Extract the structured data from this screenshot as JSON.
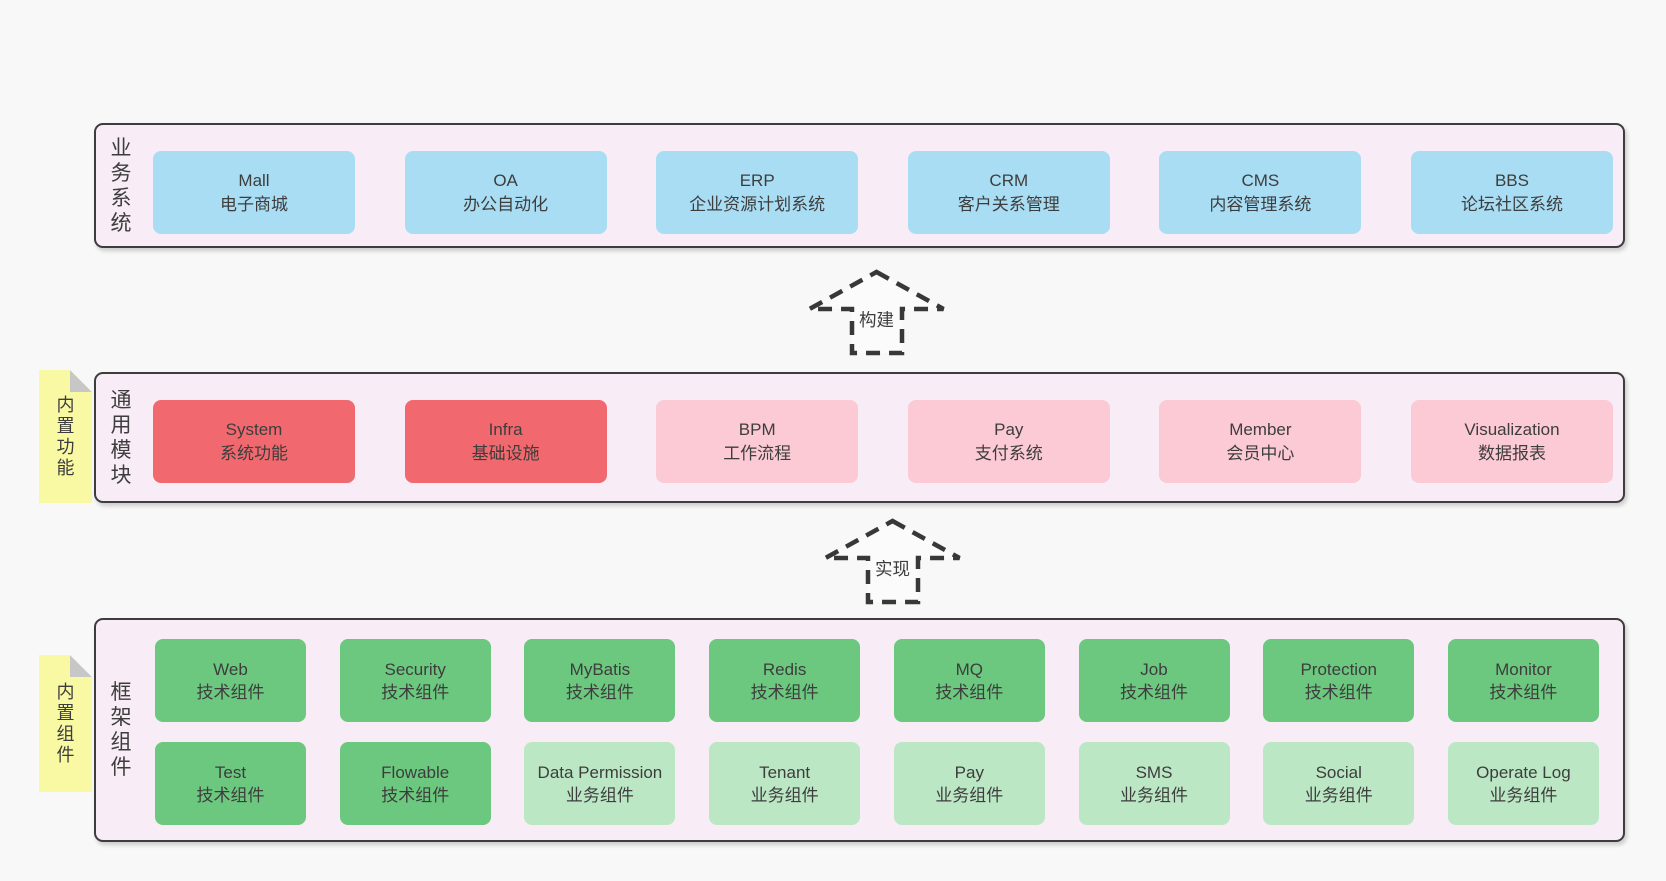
{
  "colors": {
    "page_bg": "#f8f8f8",
    "band_bg": "#f8edf6",
    "band_border": "#3d3d3d",
    "blue": "#a9ddf4",
    "red": "#f1696e",
    "pink": "#fbcad4",
    "green": "#6bc87e",
    "light_green": "#bbe7c5",
    "sticky_yellow": "#f9f9a3",
    "fold_gray": "#c7c7c7",
    "text": "#3d3d3d",
    "arrow_stroke": "#383838"
  },
  "arrows": [
    {
      "label": "构建"
    },
    {
      "label": "实现"
    }
  ],
  "bands": {
    "business": {
      "label": "业务系统",
      "boxes": [
        {
          "en": "Mall",
          "zh": "电子商城",
          "variant": "blue"
        },
        {
          "en": "OA",
          "zh": "办公自动化",
          "variant": "blue"
        },
        {
          "en": "ERP",
          "zh": "企业资源计划系统",
          "variant": "blue"
        },
        {
          "en": "CRM",
          "zh": "客户关系管理",
          "variant": "blue"
        },
        {
          "en": "CMS",
          "zh": "内容管理系统",
          "variant": "blue"
        },
        {
          "en": "BBS",
          "zh": "论坛社区系统",
          "variant": "blue"
        }
      ]
    },
    "modules": {
      "label": "通用模块",
      "sticky": "内置功能",
      "boxes": [
        {
          "en": "System",
          "zh": "系统功能",
          "variant": "red"
        },
        {
          "en": "Infra",
          "zh": "基础设施",
          "variant": "red"
        },
        {
          "en": "BPM",
          "zh": "工作流程",
          "variant": "pink"
        },
        {
          "en": "Pay",
          "zh": "支付系统",
          "variant": "pink"
        },
        {
          "en": "Member",
          "zh": "会员中心",
          "variant": "pink"
        },
        {
          "en": "Visualization",
          "zh": "数据报表",
          "variant": "pink"
        }
      ]
    },
    "components": {
      "label": "框架组件",
      "sticky": "内置组件",
      "rows": [
        [
          {
            "en": "Web",
            "zh": "技术组件",
            "variant": "green"
          },
          {
            "en": "Security",
            "zh": "技术组件",
            "variant": "green"
          },
          {
            "en": "MyBatis",
            "zh": "技术组件",
            "variant": "green"
          },
          {
            "en": "Redis",
            "zh": "技术组件",
            "variant": "green"
          },
          {
            "en": "MQ",
            "zh": "技术组件",
            "variant": "green"
          },
          {
            "en": "Job",
            "zh": "技术组件",
            "variant": "green"
          },
          {
            "en": "Protection",
            "zh": "技术组件",
            "variant": "green"
          },
          {
            "en": "Monitor",
            "zh": "技术组件",
            "variant": "green"
          }
        ],
        [
          {
            "en": "Test",
            "zh": "技术组件",
            "variant": "green"
          },
          {
            "en": "Flowable",
            "zh": "技术组件",
            "variant": "green"
          },
          {
            "en": "Data Permission",
            "zh": "业务组件",
            "variant": "lightgreen"
          },
          {
            "en": "Tenant",
            "zh": "业务组件",
            "variant": "lightgreen"
          },
          {
            "en": "Pay",
            "zh": "业务组件",
            "variant": "lightgreen"
          },
          {
            "en": "SMS",
            "zh": "业务组件",
            "variant": "lightgreen"
          },
          {
            "en": "Social",
            "zh": "业务组件",
            "variant": "lightgreen"
          },
          {
            "en": "Operate Log",
            "zh": "业务组件",
            "variant": "lightgreen"
          }
        ]
      ]
    }
  }
}
